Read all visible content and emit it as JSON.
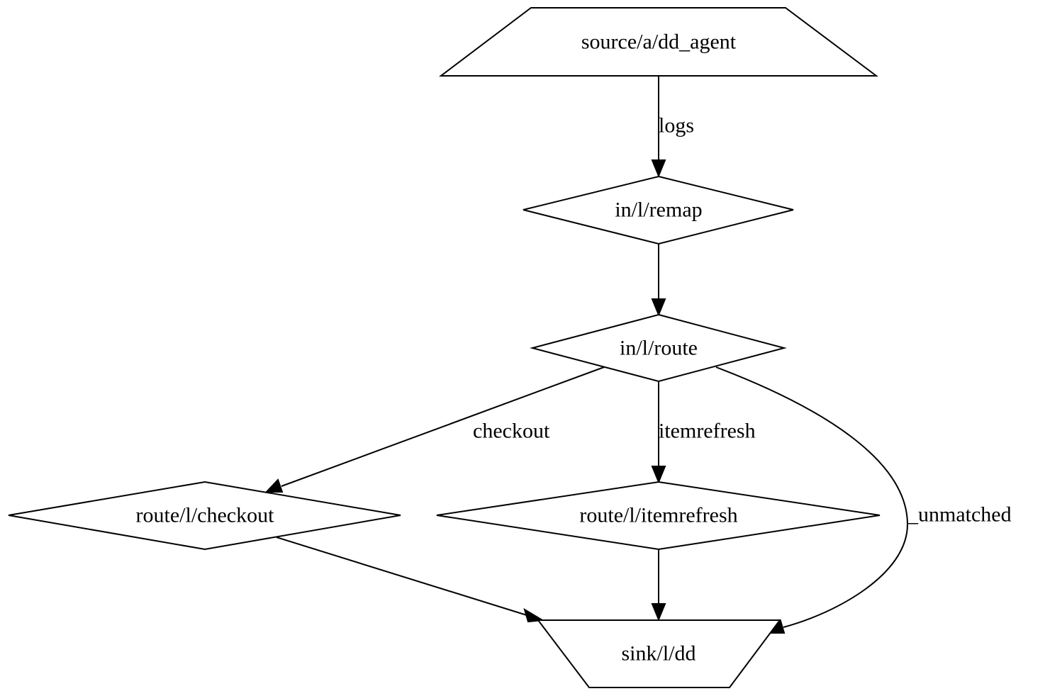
{
  "diagram": {
    "nodes": {
      "source": {
        "label": "source/a/dd_agent",
        "shape": "trapezium"
      },
      "remap": {
        "label": "in/l/remap",
        "shape": "diamond"
      },
      "route": {
        "label": "in/l/route",
        "shape": "diamond"
      },
      "checkout": {
        "label": "route/l/checkout",
        "shape": "diamond"
      },
      "itemrefresh": {
        "label": "route/l/itemrefresh",
        "shape": "diamond"
      },
      "sink": {
        "label": "sink/l/dd",
        "shape": "invtrapezium"
      }
    },
    "edges": {
      "source_remap": {
        "from": "source/a/dd_agent",
        "to": "in/l/remap",
        "label": "logs"
      },
      "remap_route": {
        "from": "in/l/remap",
        "to": "in/l/route",
        "label": ""
      },
      "route_checkout": {
        "from": "in/l/route",
        "to": "route/l/checkout",
        "label": "checkout"
      },
      "route_itemrefresh": {
        "from": "in/l/route",
        "to": "route/l/itemrefresh",
        "label": "itemrefresh"
      },
      "route_sink": {
        "from": "in/l/route",
        "to": "sink/l/dd",
        "label": "_unmatched"
      },
      "checkout_sink": {
        "from": "route/l/checkout",
        "to": "sink/l/dd",
        "label": ""
      },
      "itemrefresh_sink": {
        "from": "route/l/itemrefresh",
        "to": "sink/l/dd",
        "label": ""
      }
    }
  }
}
